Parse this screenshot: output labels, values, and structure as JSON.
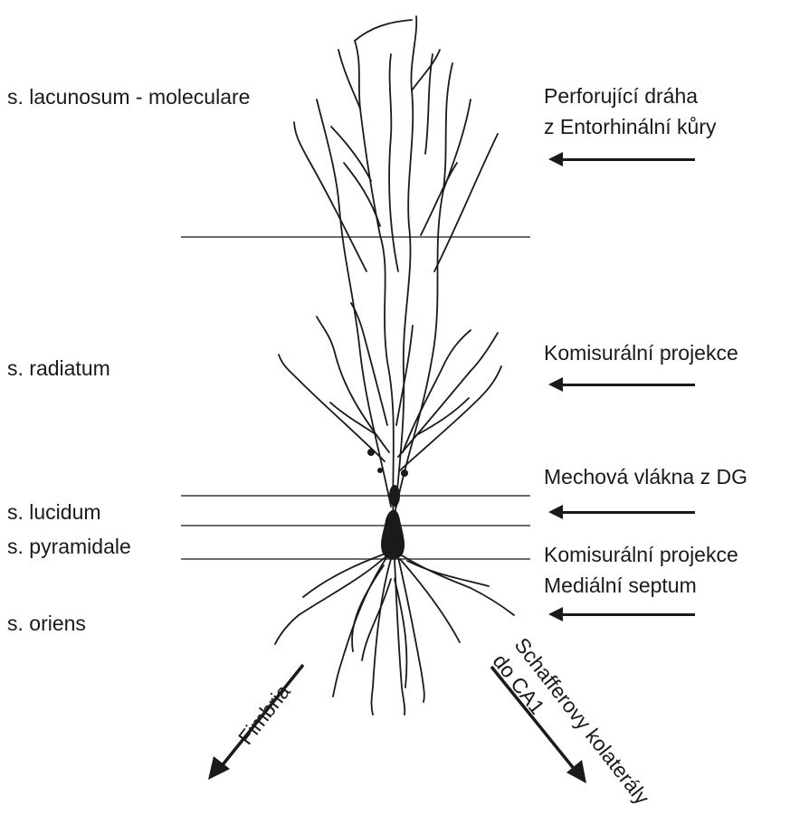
{
  "layers": {
    "lacunosum": "s. lacunosum - moleculare",
    "radiatum": "s. radiatum",
    "lucidum": "s. lucidum",
    "pyramidale": "s. pyramidale",
    "oriens": "s. oriens"
  },
  "inputs": {
    "perforant_line1": "Perforující dráha",
    "perforant_line2": "z Entorhinální kůry",
    "commissural_radiatum": "Komisurální projekce",
    "mossy": "Mechová vlákna z DG",
    "commissural_oriens": "Komisurální projekce",
    "septum": "Mediální septum"
  },
  "outputs": {
    "fimbria": "Fimbria",
    "schaffer_line1": "Schafferovy kolaterály",
    "schaffer_line2": "do CA1"
  },
  "colors": {
    "ink": "#1a1a1a",
    "boundary": "#6d6d6d"
  }
}
